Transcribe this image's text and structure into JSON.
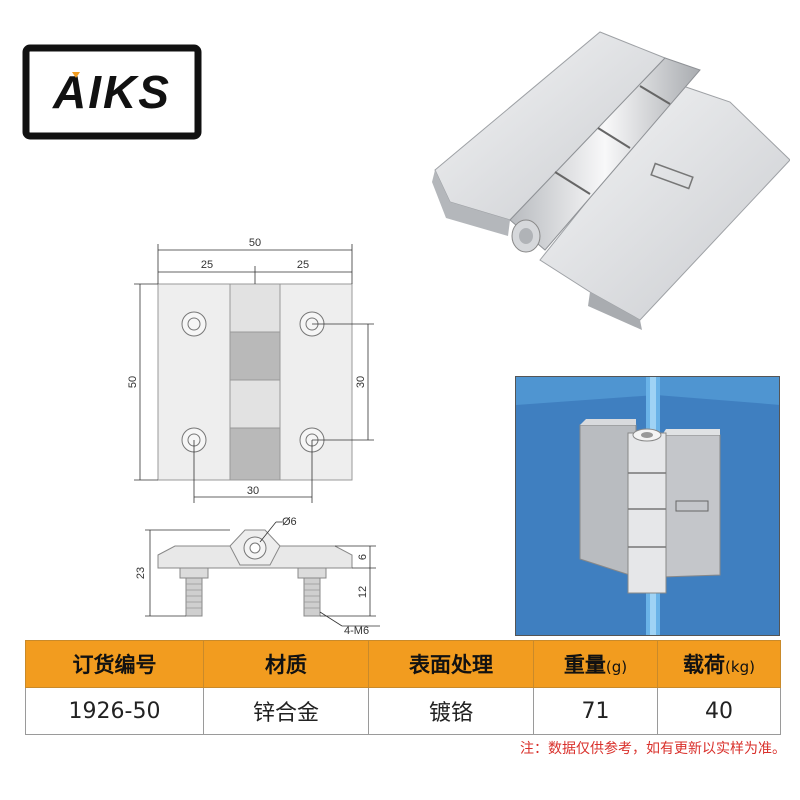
{
  "brand": {
    "logo_text": "AIKS"
  },
  "drawing": {
    "top_view": {
      "overall_width": "50",
      "half_left": "25",
      "half_right": "25",
      "height": "50",
      "hole_spacing_vertical": "30",
      "hole_spacing_horizontal": "30"
    },
    "side_view": {
      "pin_diameter": "Ø6",
      "height_total": "23",
      "plate_thickness": "6",
      "screw_length": "12",
      "screw_spec": "4-M6"
    }
  },
  "spec_table": {
    "headers": [
      "订货编号",
      "材质",
      "表面处理",
      "重量",
      "载荷"
    ],
    "units": {
      "weight": "(g)",
      "load": "(kg)"
    },
    "row": [
      "1926-50",
      "锌合金",
      "镀铬",
      "71",
      "40"
    ]
  },
  "note": "注：数据仅供参考，如有更新以实样为准。",
  "colors": {
    "header_bg": "#f29c1f",
    "panel_blue": "#3f7fc0",
    "note_red": "#d9302b"
  }
}
